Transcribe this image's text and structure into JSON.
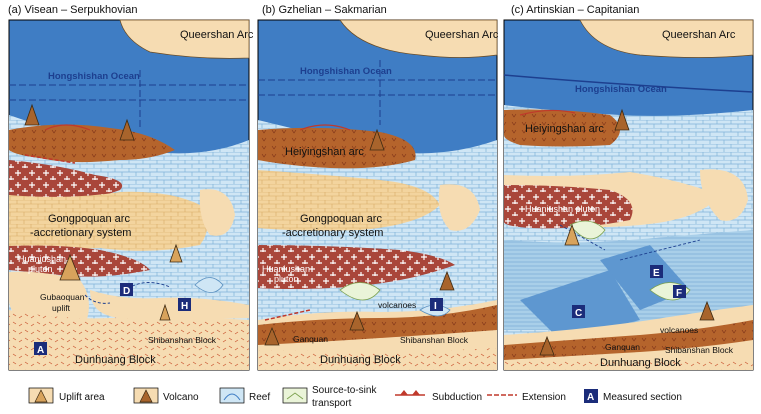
{
  "panels": [
    {
      "title": "(a) Visean – Serpukhovian",
      "arc_top": "Queershan Arc",
      "ocean": "Hongshishan Ocean",
      "arc_mid": "Gongpoquan arc",
      "arc_mid2": "-accretionary system",
      "pluton": "Huaniushan",
      "pluton2": "pluton",
      "uplift": "Gubaoquan",
      "uplift2": "uplift",
      "block1": "Shibanshan Block",
      "block2": "Dunhuang Block",
      "sections": [
        "D",
        "H",
        "A"
      ]
    },
    {
      "title": "(b) Gzhelian – Sakmarian",
      "arc_top": "Queershan Arc",
      "ocean": "Hongshishan Ocean",
      "arc_a": "Heiyingshan arc",
      "arc_mid": "Gongpoquan arc",
      "arc_mid2": "-accretionary system",
      "pluton": "Huaniushan",
      "pluton2": "pluton",
      "volc": "volcanoes",
      "ganquan": "Ganquan",
      "block1": "Shibanshan Block",
      "block2": "Dunhuang Block",
      "sections": [
        "I"
      ]
    },
    {
      "title": "(c) Artinskian – Capitanian",
      "arc_top": "Queershan Arc",
      "ocean": "Hongshishan Ocean",
      "arc_a": "Heiyingshan arc",
      "pluton": "Huaniushan pluton",
      "volc": "volcanoes",
      "ganquan": "Ganquan",
      "block1": "Shibanshan Block",
      "block2": "Dunhuang Block",
      "sections": [
        "E",
        "C",
        "F"
      ]
    }
  ],
  "legend": [
    {
      "label": "Uplift area"
    },
    {
      "label": "Volcano"
    },
    {
      "label": "Reef"
    },
    {
      "label": "Source-to-sink",
      "label2": "transport"
    },
    {
      "label": "Subduction"
    },
    {
      "label": "Extension"
    },
    {
      "label": "Measured section",
      "badge": "A"
    }
  ],
  "colors": {
    "ocean_deep": "#3f7dc4",
    "ocean_shallow": "#a9cfe9",
    "platform": "#cfe6f5",
    "continent": "#f6dcb2",
    "arc": "#b5642c",
    "pluton": "#a9463a",
    "badge": "#1b2c7a"
  }
}
